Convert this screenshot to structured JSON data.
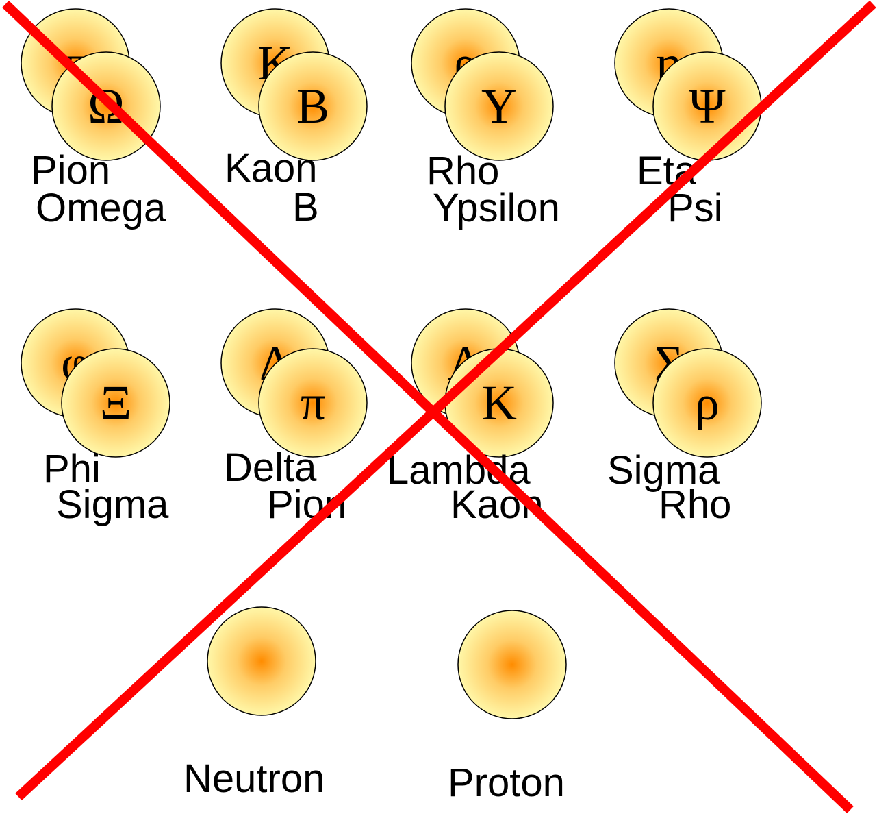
{
  "particles": [
    {
      "back": {
        "symbol": "π",
        "label": "Pion"
      },
      "front": {
        "symbol": "Ω",
        "label": "Omega"
      }
    },
    {
      "back": {
        "symbol": "Κ",
        "label": "Kaon"
      },
      "front": {
        "symbol": "Β",
        "label": "B"
      }
    },
    {
      "back": {
        "symbol": "ρ",
        "label": "Rho"
      },
      "front": {
        "symbol": "Υ",
        "label": "Ypsilon"
      }
    },
    {
      "back": {
        "symbol": "η",
        "label": "Eta"
      },
      "front": {
        "symbol": "Ψ",
        "label": "Psi"
      }
    },
    {
      "back": {
        "symbol": "φ",
        "label": "Phi"
      },
      "front": {
        "symbol": "Ξ",
        "label": "Sigma"
      }
    },
    {
      "back": {
        "symbol": "Δ",
        "label": "Delta"
      },
      "front": {
        "symbol": "π",
        "label": "Pion"
      }
    },
    {
      "back": {
        "symbol": "Λ",
        "label": "Lambda"
      },
      "front": {
        "symbol": "Κ",
        "label": "Kaon"
      }
    },
    {
      "back": {
        "symbol": "Σ",
        "label": "Sigma"
      },
      "front": {
        "symbol": "ρ",
        "label": "Rho"
      }
    }
  ],
  "nucleons": [
    {
      "label": "Neutron"
    },
    {
      "label": "Proton"
    }
  ],
  "colors": {
    "ball_center": "#ff8c00",
    "ball_edge": "#fff7a8",
    "cross": "#ff0000"
  }
}
